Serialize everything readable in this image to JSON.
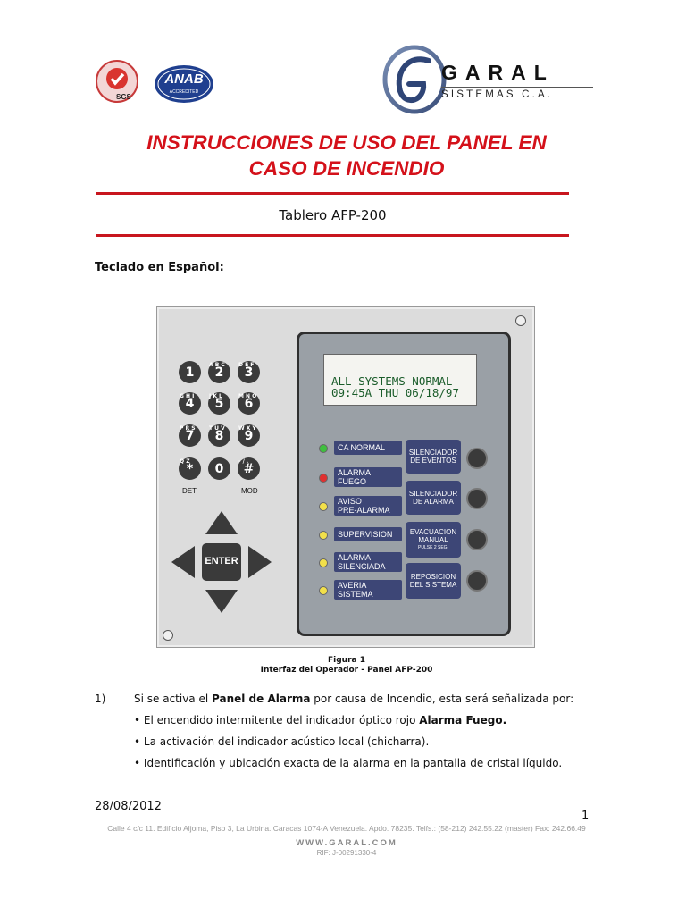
{
  "header": {
    "iso_logo_text": "SGS",
    "anab_logo_text": "ANAB",
    "anab_sub": "ACCREDITED",
    "company_name": "GARAL",
    "company_sub": "SISTEMAS C.A."
  },
  "title_line1": "INSTRUCCIONES DE USO DEL PANEL EN",
  "title_line2": "CASO DE INCENDIO",
  "subtitle": "Tablero AFP-200",
  "keyboard_label": "Teclado en Español:",
  "panel": {
    "keys": [
      {
        "main": "1",
        "letters": ""
      },
      {
        "main": "2",
        "letters": "A B C"
      },
      {
        "main": "3",
        "letters": "D E F"
      },
      {
        "main": "4",
        "letters": "G H I"
      },
      {
        "main": "5",
        "letters": "J K L"
      },
      {
        "main": "6",
        "letters": "M N O"
      },
      {
        "main": "7",
        "letters": "P R S"
      },
      {
        "main": "8",
        "letters": "T U V"
      },
      {
        "main": "9",
        "letters": "W X Y"
      },
      {
        "main": "*",
        "letters": "Q Z"
      },
      {
        "main": "0",
        "letters": ""
      },
      {
        "main": "#",
        "letters": "- / ."
      }
    ],
    "det_label": "DET",
    "mod_label": "MOD",
    "enter_label": "ENTER",
    "lcd_line1": "ALL SYSTEMS NORMAL",
    "lcd_line2": "09:45A THU 06/18/97",
    "indicators": [
      {
        "line1": "CA NORMAL",
        "line2": "",
        "led_color": "#3fbf3f"
      },
      {
        "line1": "ALARMA",
        "line2": "FUEGO",
        "led_color": "#e03030"
      },
      {
        "line1": "AVISO",
        "line2": "PRE-ALARMA",
        "led_color": "#f2e04a"
      },
      {
        "line1": "SUPERVISION",
        "line2": "",
        "led_color": "#f2e04a"
      },
      {
        "line1": "ALARMA",
        "line2": "SILENCIADA",
        "led_color": "#f2e04a"
      },
      {
        "line1": "AVERIA",
        "line2": "SISTEMA",
        "led_color": "#f2e04a"
      }
    ],
    "buttons": [
      {
        "line1": "SILENCIADOR",
        "line2": "DE EVENTOS",
        "line3": ""
      },
      {
        "line1": "SILENCIADOR",
        "line2": "DE ALARMA",
        "line3": ""
      },
      {
        "line1": "EVACUACION",
        "line2": "MANUAL",
        "line3": "PULSE 2 SEG."
      },
      {
        "line1": "REPOSICION",
        "line2": "DEL SISTEMA",
        "line3": ""
      }
    ]
  },
  "caption_line1": "Figura 1",
  "caption_line2": "Interfaz del Operador - Panel AFP-200",
  "item1": {
    "number": "1)",
    "pre": "Si se activa el ",
    "bold": "Panel de Alarma",
    "post": " por causa de Incendio, esta será señalizada por:",
    "bullets": [
      {
        "pre": "El encendido intermitente del indicador óptico rojo ",
        "bold": "Alarma Fuego."
      },
      {
        "pre": "La activación del indicador acústico local (chicharra).",
        "bold": ""
      },
      {
        "pre": "Identificación y ubicación exacta de la alarma en la pantalla de cristal líquido.",
        "bold": ""
      }
    ]
  },
  "footer": {
    "date": "28/08/2012",
    "page": "1",
    "address": "Calle 4 c/c 11. Edificio Aljoma, Piso 3, La Urbina. Caracas 1074-A Venezuela. Apdo. 78235. Telfs.: (58-212) 242.55.22 (master) Fax: 242.66.49",
    "web": "WWW.GARAL.COM",
    "rif": "RIF: J-00291330-4"
  },
  "colors": {
    "title": "#d4111a",
    "rule": "#c8161e",
    "tag_blue": "#3d4676",
    "lcd_text": "#1a5c2a"
  }
}
